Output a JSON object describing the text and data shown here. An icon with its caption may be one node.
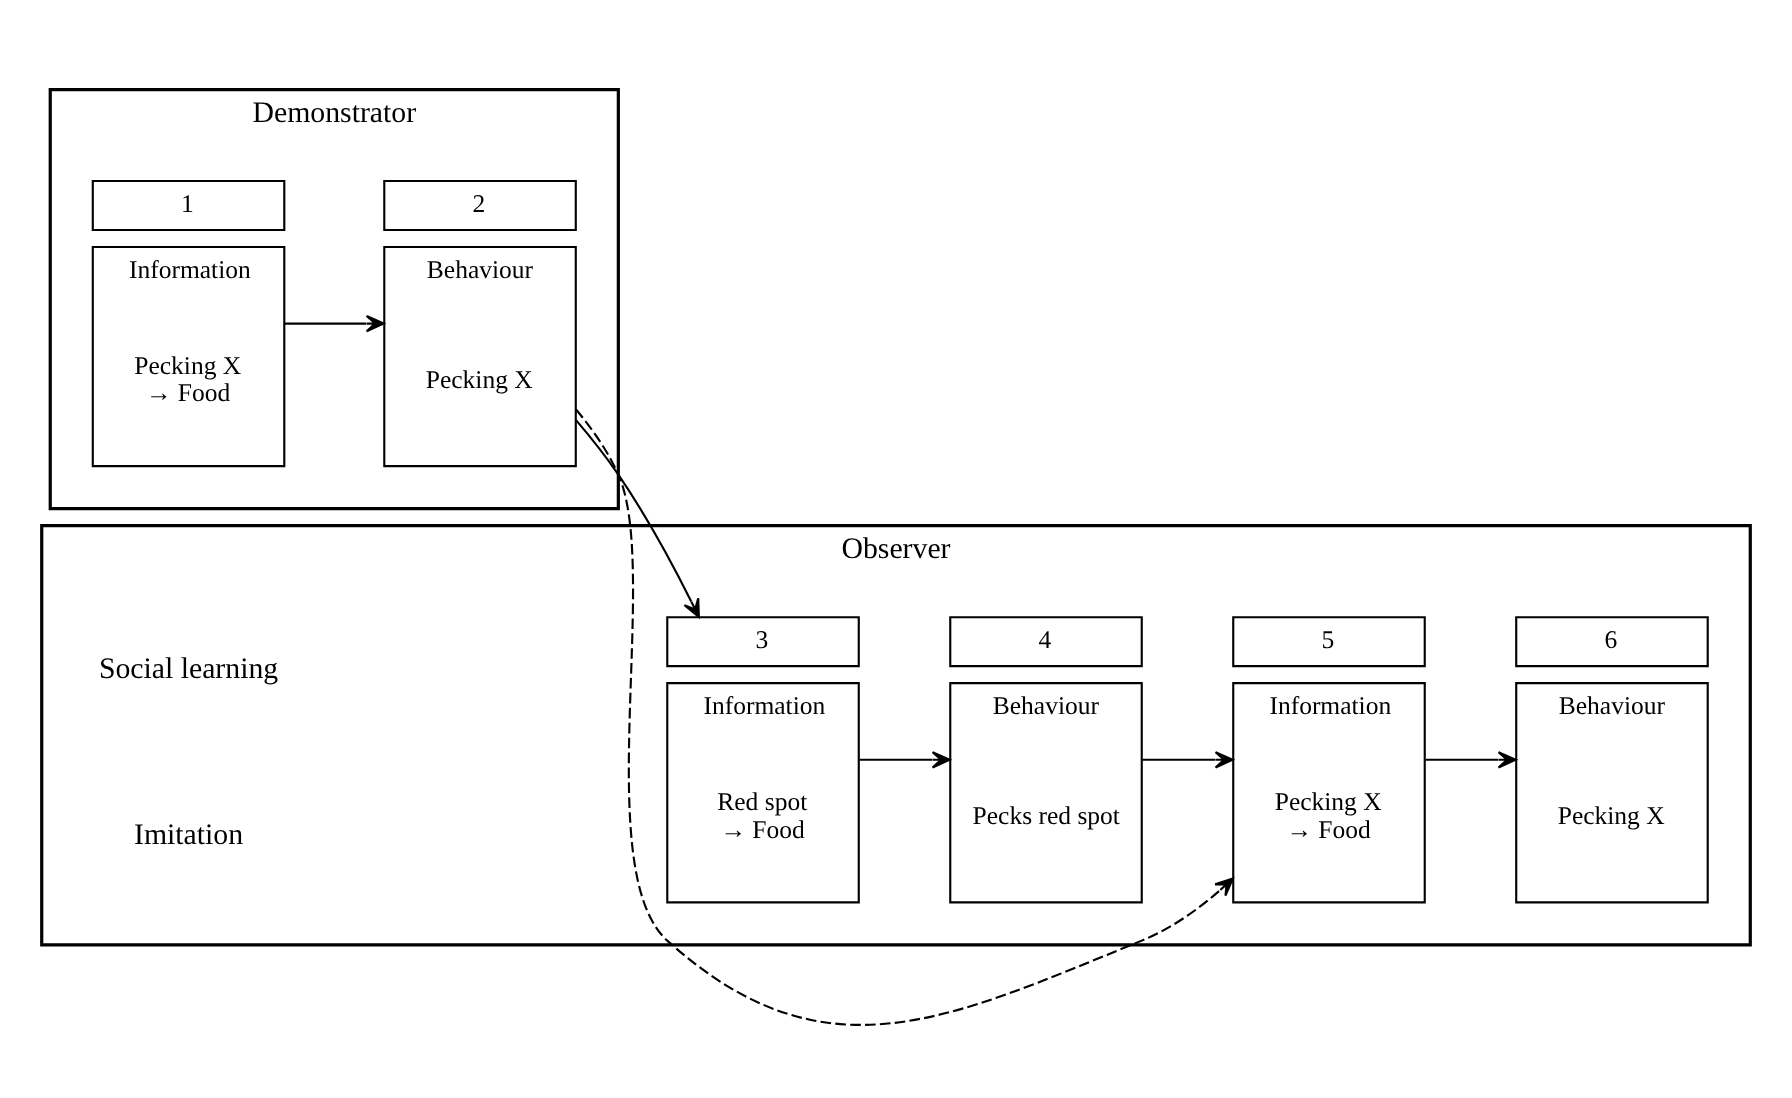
{
  "diagram": {
    "nodes": [
      {
        "text": [
          "Demonstrator"
        ]
      },
      {
        "text": [
          "Observer"
        ]
      },
      {
        "text": [
          "1",
          "Information",
          "Pecking X → Food"
        ],
        "in": 0
      },
      {
        "text": [
          "2",
          "Behaviour",
          "Pecking X"
        ],
        "in": 0
      },
      {
        "text": [
          "3",
          "Information",
          "Red spot → Food"
        ],
        "in": 1
      },
      {
        "text": [
          "4",
          "Behaviour",
          "Pecks red spot"
        ],
        "in": 1
      },
      {
        "text": [
          "5",
          "Information",
          "Pecking X → Food"
        ],
        "in": 1
      },
      {
        "text": [
          "6",
          "Behaviour",
          "Pecking X"
        ],
        "in": 1
      }
    ],
    "edges": [
      {
        "from": 2,
        "to": 3,
        "arrow": "to"
      },
      {
        "from": 3,
        "to": 4,
        "arrow": "to"
      },
      {
        "from": 4,
        "to": 5,
        "arrow": "to"
      },
      {
        "from": 5,
        "to": 6,
        "arrow": "to"
      },
      {
        "from": 6,
        "to": 7,
        "arrow": "to"
      },
      {
        "from": 3,
        "to": 6,
        "arrow": "to",
        "style": "dashed"
      }
    ],
    "labels": [
      "Social learning",
      "Imitation"
    ]
  }
}
